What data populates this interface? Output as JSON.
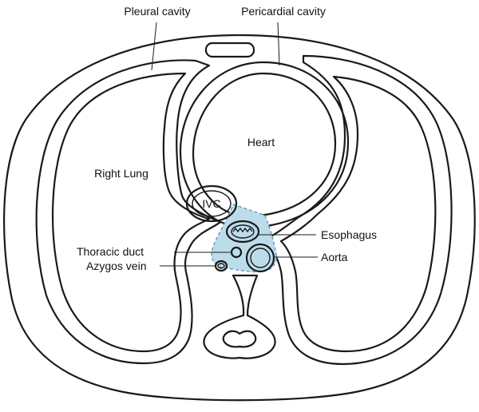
{
  "labels": {
    "pleural_cavity": "Pleural cavity",
    "pericardial_cavity": "Pericardial cavity",
    "heart": "Heart",
    "right_lung": "Right Lung",
    "ivc": "IVC",
    "esophagus": "Esophagus",
    "thoracic_duct": "Thoracic duct",
    "aorta": "Aorta",
    "azygos_vein": "Azygos vein"
  },
  "colors": {
    "outline": "#1a1a1a",
    "mediastinum_fill": "#bcdcea",
    "mediastinum_dash": "#4a90b8"
  }
}
